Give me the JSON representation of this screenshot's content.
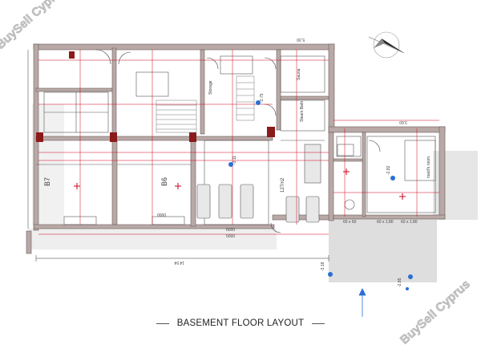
{
  "title": "BASEMENT FLOOR LAYOUT",
  "watermark": "BuySell Cyprus",
  "colors": {
    "wall": "#b9a9a6",
    "wall_edge": "#6b5e5b",
    "dimension_red": "#d0021b",
    "column": "#8b1a1a",
    "marker_blue": "#2a6fd6",
    "terrace": "#dcdcdc"
  },
  "compass": {
    "icon": "north-arrow-icon"
  },
  "rooms": [
    {
      "id": "b7",
      "label": "B7"
    },
    {
      "id": "b6",
      "label": "B6"
    },
    {
      "id": "storage",
      "label": "Storage"
    },
    {
      "id": "sauna",
      "label": "Sauna"
    },
    {
      "id": "steam-bath",
      "label": "Steam Bath"
    },
    {
      "id": "gym",
      "label": "127m2"
    },
    {
      "id": "maids-room",
      "label": "maid's room"
    }
  ],
  "levels": [
    "-2.75",
    "-3.11",
    "-2.82",
    "-3.18",
    "-2.85"
  ],
  "dimensions": {
    "top": "5.30",
    "overall": "14.54",
    "right_top": "3.60",
    "lower": [
      "5000",
      "6000",
      "0000"
    ],
    "maid": [
      "60 x 60",
      "60 x 1.80",
      "60 x 1.80"
    ]
  }
}
